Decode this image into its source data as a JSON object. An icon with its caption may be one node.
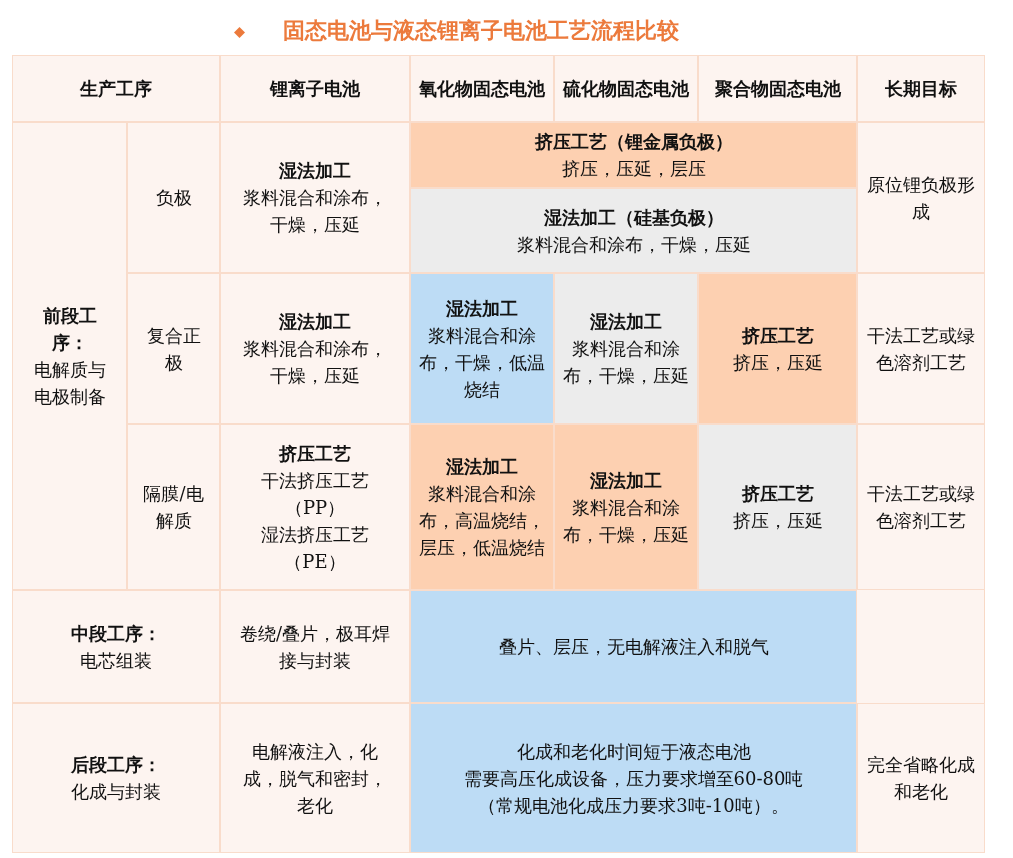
{
  "diagram": {
    "title": "固态电池与液态锂离子电池工艺流程比较",
    "nodes": [
      {
        "text": [
          "生产工序"
        ]
      },
      {
        "text": [
          "锂离子电池"
        ]
      },
      {
        "text": [
          "氧化物固态电池"
        ]
      },
      {
        "text": [
          "硫化物固态电池"
        ]
      },
      {
        "text": [
          "聚合物固态电池"
        ]
      },
      {
        "text": [
          "长期目标"
        ]
      },
      {
        "text": [
          "前段工序：",
          "电解质与电极制备"
        ]
      },
      {
        "text": [
          "负极"
        ]
      },
      {
        "text": [
          "湿法加工",
          "浆料混合和涂布，干燥，压延"
        ]
      },
      {
        "text": [
          "挤压工艺（锂金属负极）",
          "挤压，压延，层压"
        ]
      },
      {
        "text": [
          "湿法加工（硅基负极）",
          "浆料混合和涂布，干燥，压延"
        ]
      },
      {
        "text": [
          "原位锂负极形成"
        ]
      },
      {
        "text": [
          "复合正极"
        ]
      },
      {
        "text": [
          "湿法加工",
          "浆料混合和涂布，干燥，压延"
        ]
      },
      {
        "text": [
          "湿法加工",
          "浆料混合和涂布，干燥，低温烧结"
        ]
      },
      {
        "text": [
          "湿法加工",
          "浆料混合和涂布，干燥，压延"
        ]
      },
      {
        "text": [
          "挤压工艺",
          "挤压，压延"
        ]
      },
      {
        "text": [
          "干法工艺或绿色溶剂工艺"
        ]
      },
      {
        "text": [
          "隔膜/电解质"
        ]
      },
      {
        "text": [
          "挤压工艺",
          "干法挤压工艺（PP）",
          "湿法挤压工艺（PE）"
        ]
      },
      {
        "text": [
          "湿法加工",
          "浆料混合和涂布，高温烧结，层压，低温烧结"
        ]
      },
      {
        "text": [
          "湿法加工",
          "浆料混合和涂布，干燥，压延"
        ]
      },
      {
        "text": [
          "挤压工艺",
          "挤压，压延"
        ]
      },
      {
        "text": [
          "干法工艺或绿色溶剂工艺"
        ]
      },
      {
        "text": [
          "中段工序：",
          "电芯组装"
        ]
      },
      {
        "text": [
          "卷绕/叠片，极耳焊接与封装"
        ]
      },
      {
        "text": [
          "叠片、层压，无电解液注入和脱气"
        ]
      },
      {
        "text": [
          "后段工序：",
          "化成与封装"
        ]
      },
      {
        "text": [
          "电解液注入，化成，脱气和密封，老化"
        ]
      },
      {
        "text": [
          "化成和老化时间短于液态电池",
          "需要高压化成设备，压力要求增至60-80吨",
          "（常规电池化成压力要求3吨-10吨）。"
        ]
      },
      {
        "text": [
          "完全省略化成和老化"
        ]
      }
    ],
    "edges": []
  }
}
